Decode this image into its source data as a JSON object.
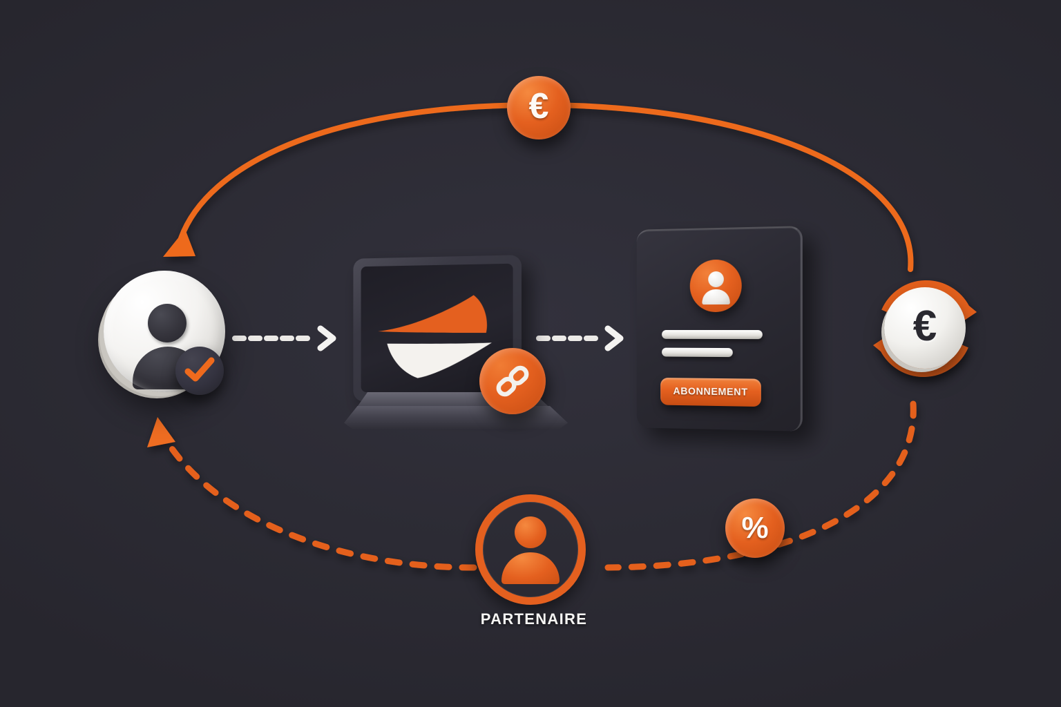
{
  "scene": {
    "title": "Affiliate subscription revenue flow",
    "background_color": "#2b2a33",
    "accent_color": "#e4601f",
    "light_color": "#f2f1ee"
  },
  "nodes": {
    "client": {
      "name": "Verified client",
      "icon": "user-check-icon",
      "disc_color": "#f4f3f1",
      "figure_color": "#35343c",
      "badge_icon": "check-icon",
      "badge_color": "#e4601f"
    },
    "platform": {
      "name": "Platform laptop",
      "icon": "laptop-icon",
      "screen_logo": "swoosh-logo",
      "screen_logo_colors": [
        "#e4601f",
        "#f4f2ee"
      ],
      "badge_icon": "link-icon",
      "badge_color": "#e4601f"
    },
    "subscription": {
      "name": "Subscription card",
      "icon": "id-card-icon",
      "avatar_icon": "user-icon",
      "lines": 2,
      "button_label": "ABONNEMENT",
      "button_color": "#e4601f"
    },
    "recurring": {
      "name": "Recurring euro payment",
      "icon": "euro-refresh-icon",
      "coin_symbol": "€",
      "coin_color": "#f2f1ee",
      "symbol_color": "#2a2930",
      "arrows_color": "#e4601f"
    },
    "partner": {
      "name": "Partner",
      "icon": "user-circle-icon",
      "label": "PARTENAIRE",
      "ring_color": "#e4601f"
    }
  },
  "badges": {
    "euro_top": {
      "symbol": "€",
      "icon": "euro-coin-icon",
      "color": "#e4601f"
    },
    "percent_bottom": {
      "symbol": "%",
      "icon": "percent-coin-icon",
      "color": "#e4601f"
    }
  },
  "connectors": [
    {
      "id": "client-to-platform",
      "style": "dashed",
      "color": "#f2f1ee",
      "dashes": 6,
      "arrow": "chevron-right"
    },
    {
      "id": "platform-to-subscription",
      "style": "dashed",
      "color": "#f2f1ee",
      "dashes": 5,
      "arrow": "chevron-right"
    },
    {
      "id": "recurring-to-client-top",
      "style": "solid",
      "color": "#e4601f",
      "arrow": "triangle-left-down",
      "passes_badge": "euro_top"
    },
    {
      "id": "recurring-to-client-bottom",
      "style": "dashed",
      "color": "#e4601f",
      "arrow": "triangle-up",
      "passes_badge": "percent_bottom",
      "passes_node": "partner"
    }
  ]
}
